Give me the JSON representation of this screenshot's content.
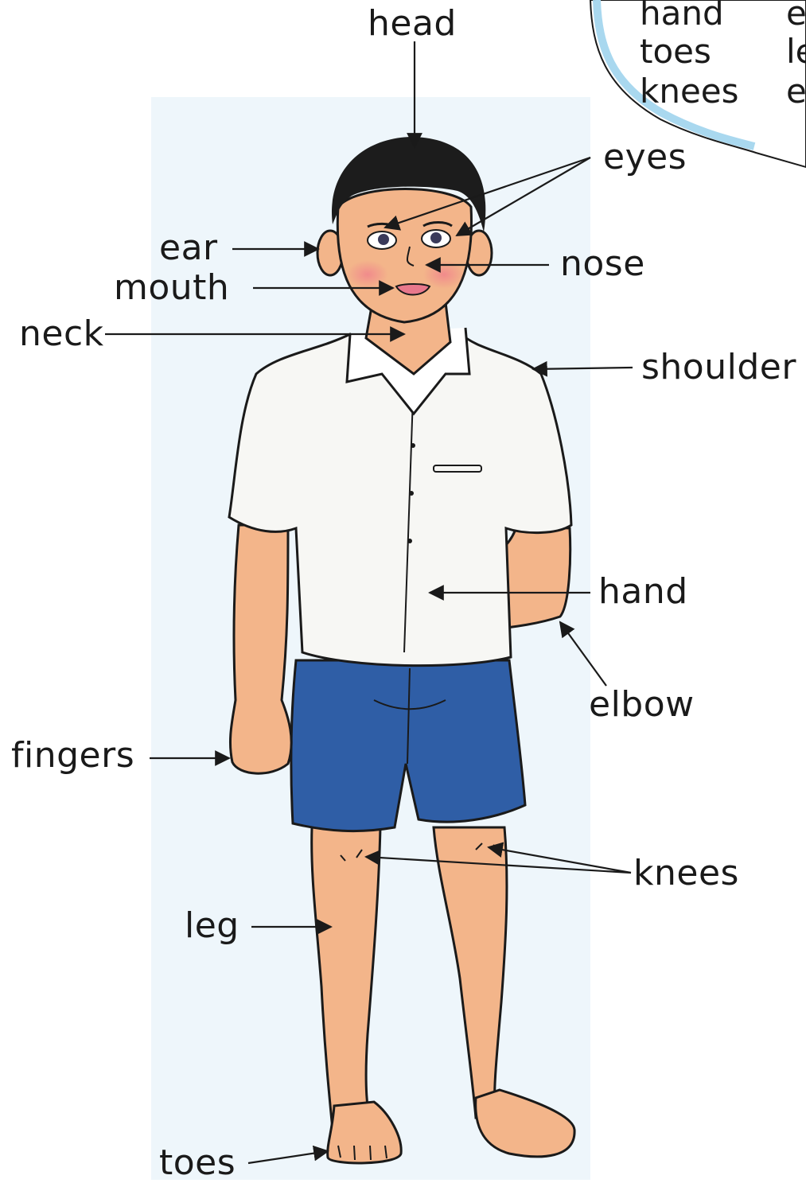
{
  "bubble": {
    "col1": [
      "hand",
      "toes",
      "knees"
    ],
    "col2": [
      "e",
      "le",
      "e"
    ]
  },
  "labels": {
    "head": "head",
    "eyes": "eyes",
    "ear": "ear",
    "nose": "nose",
    "mouth": "mouth",
    "neck": "neck",
    "shoulder": "shoulder",
    "hand": "hand",
    "elbow": "elbow",
    "fingers": "fingers",
    "knees": "knees",
    "leg": "leg",
    "toes": "toes"
  },
  "colors": {
    "panel": "#eef6fb",
    "bubble_fill": "#ffffff",
    "bubble_edge": "#a9d8ef",
    "skin": "#f3b58a",
    "skin_shadow": "#e08a6a",
    "hair": "#1c1c1c",
    "shirt": "#f7f7f4",
    "shorts": "#2f5ea6",
    "line": "#1a1a1a"
  }
}
